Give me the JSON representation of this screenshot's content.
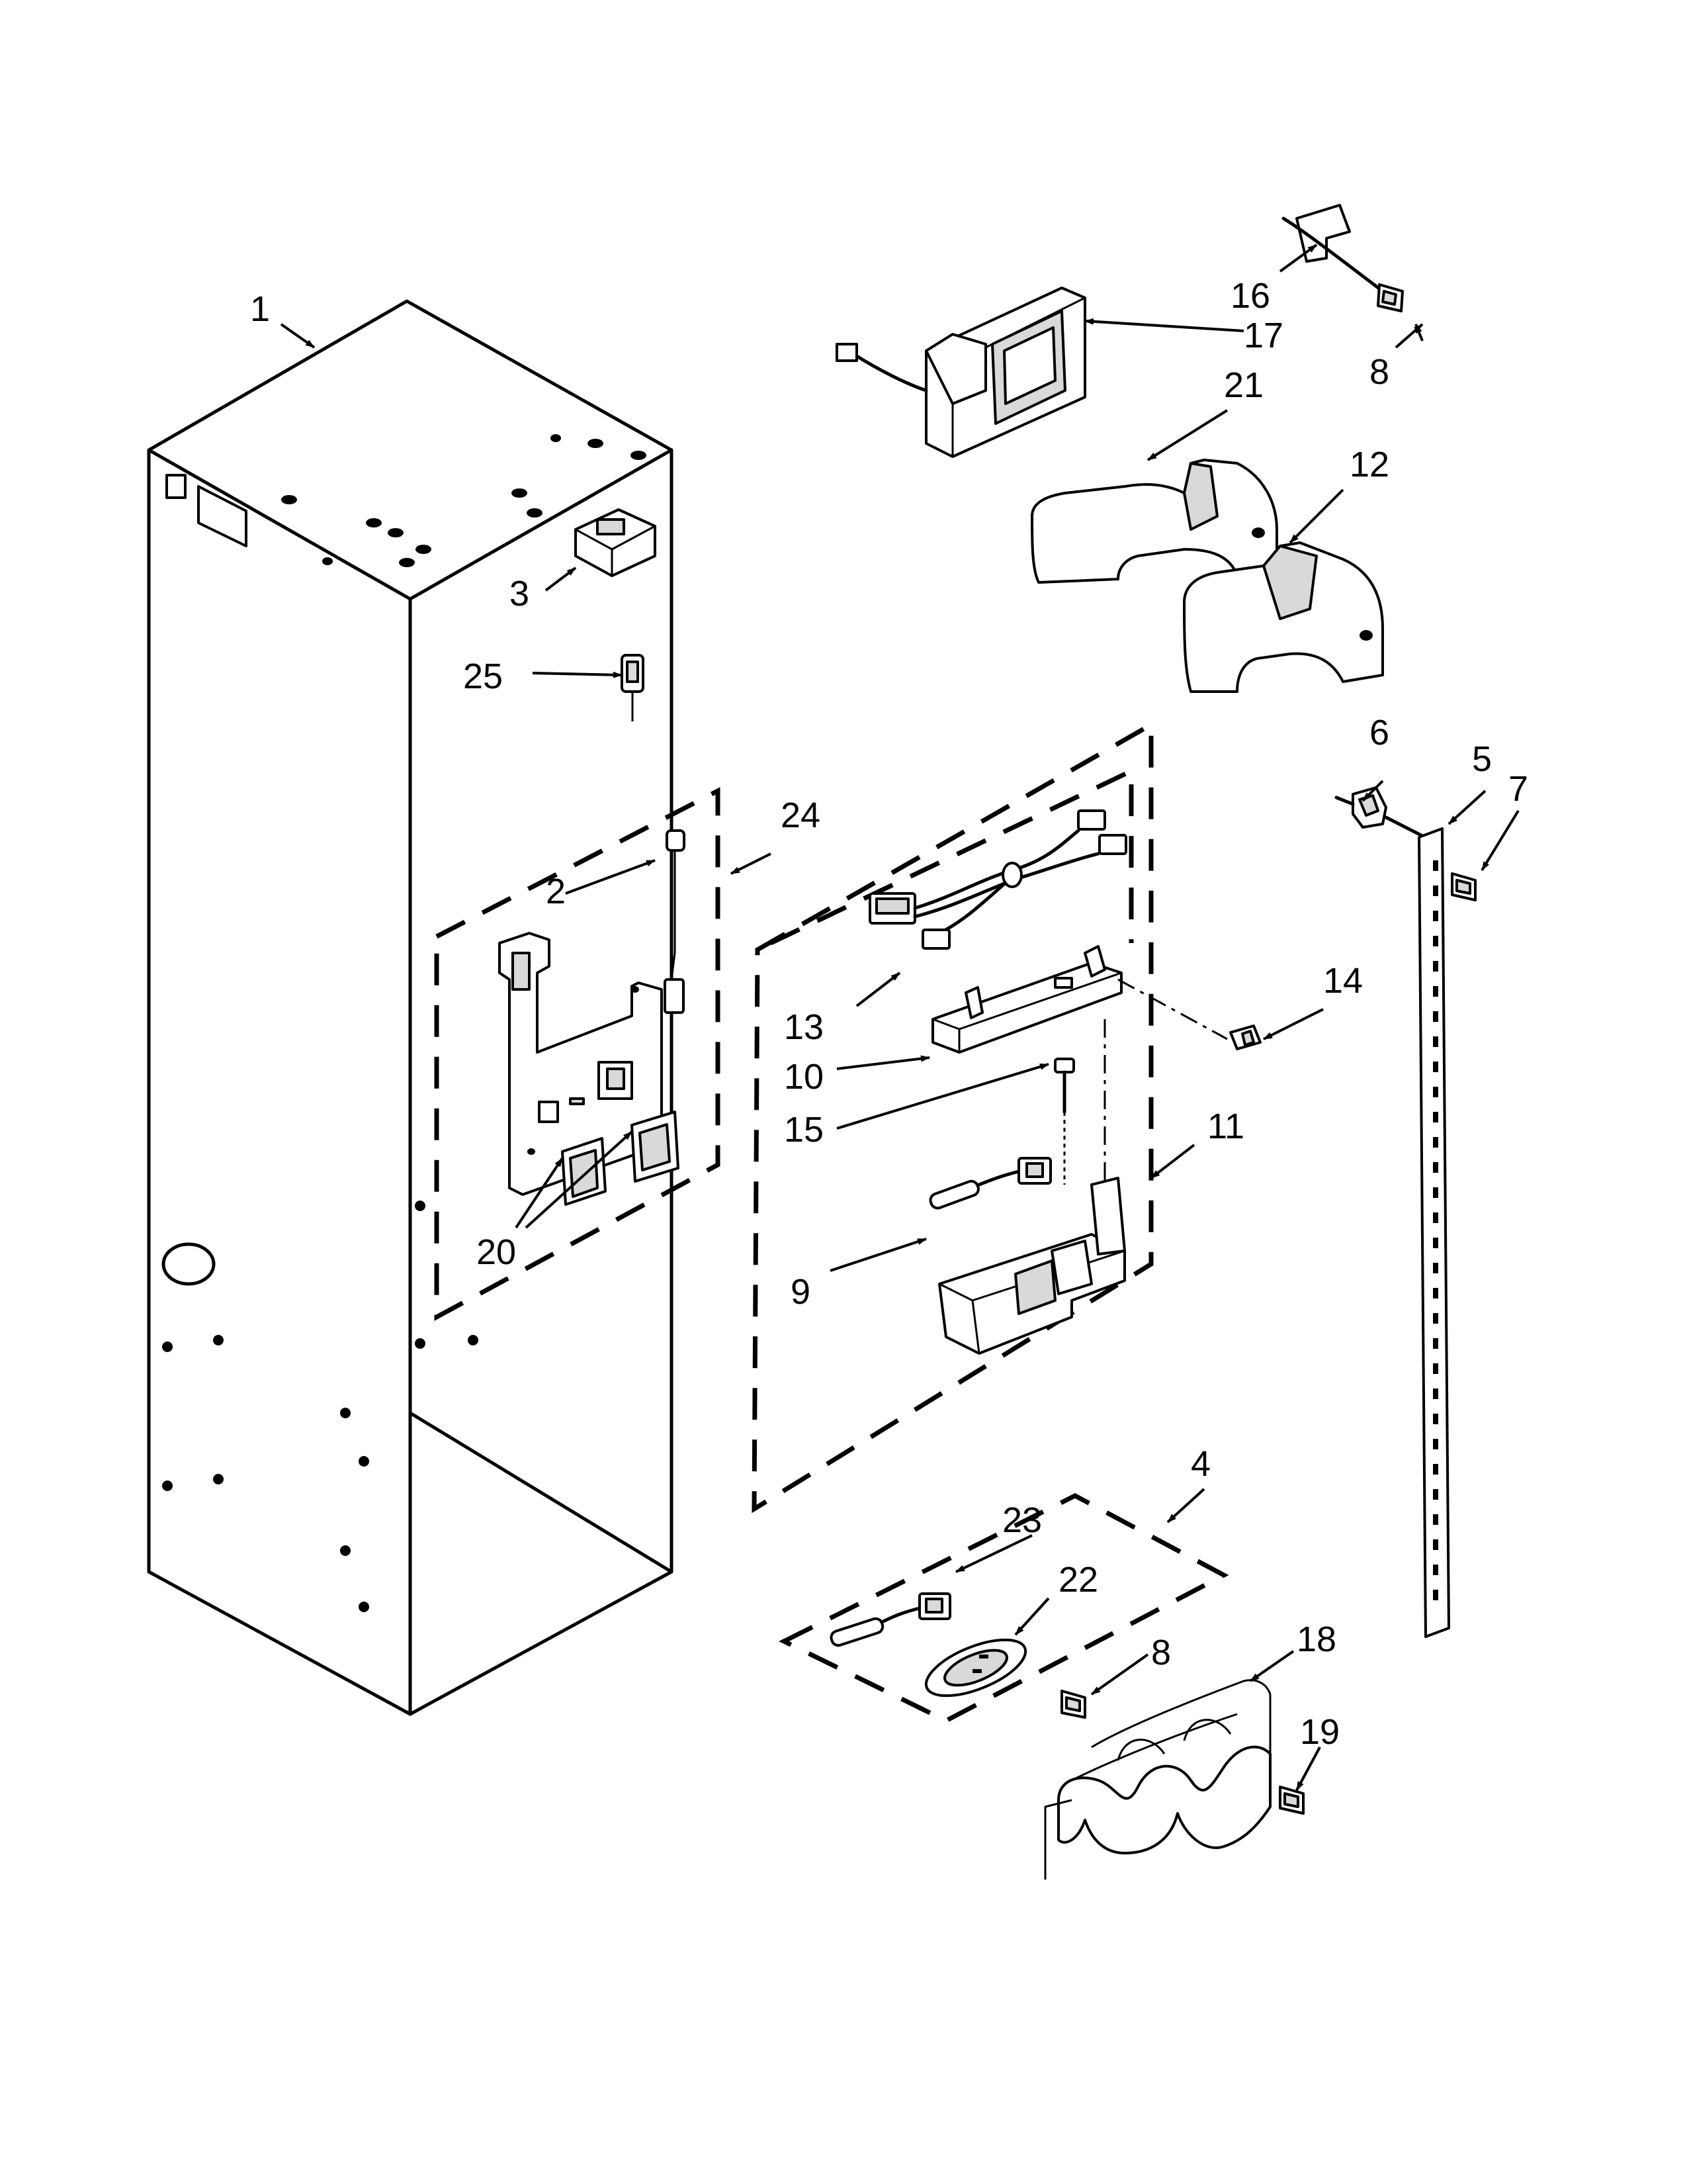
{
  "callouts": [
    {
      "id": "c1",
      "text": "1"
    },
    {
      "id": "c2",
      "text": "2"
    },
    {
      "id": "c3",
      "text": "3"
    },
    {
      "id": "c4",
      "text": "4"
    },
    {
      "id": "c5",
      "text": "5"
    },
    {
      "id": "c6",
      "text": "6"
    },
    {
      "id": "c7",
      "text": "7"
    },
    {
      "id": "c8a",
      "text": "8"
    },
    {
      "id": "c8b",
      "text": "8"
    },
    {
      "id": "c9",
      "text": "9"
    },
    {
      "id": "c10",
      "text": "10"
    },
    {
      "id": "c11",
      "text": "11"
    },
    {
      "id": "c12",
      "text": "12"
    },
    {
      "id": "c13",
      "text": "13"
    },
    {
      "id": "c14",
      "text": "14"
    },
    {
      "id": "c15",
      "text": "15"
    },
    {
      "id": "c16",
      "text": "16"
    },
    {
      "id": "c17",
      "text": "17"
    },
    {
      "id": "c18",
      "text": "18"
    },
    {
      "id": "c19",
      "text": "19"
    },
    {
      "id": "c20",
      "text": "20"
    },
    {
      "id": "c21",
      "text": "21"
    },
    {
      "id": "c22",
      "text": "22"
    },
    {
      "id": "c23",
      "text": "23"
    },
    {
      "id": "c24",
      "text": "24"
    },
    {
      "id": "c25",
      "text": "25"
    }
  ],
  "colors": {
    "ink": "#000000",
    "background": "#ffffff",
    "part_shade": "#d9d9d9"
  }
}
